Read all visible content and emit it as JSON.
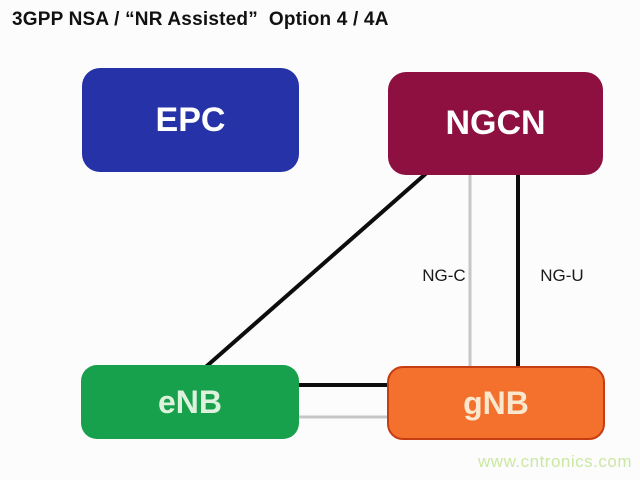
{
  "title": "3GPP NSA / “NR Assisted”  Option 4 / 4A",
  "diagram": {
    "nodes": [
      {
        "id": "EPC",
        "label": "EPC",
        "fill": "#2632a8",
        "text_color": "#ffffff"
      },
      {
        "id": "NGCN",
        "label": "NGCN",
        "fill": "#8e1040",
        "text_color": "#ffffff"
      },
      {
        "id": "eNB",
        "label": "eNB",
        "fill": "#18a14c",
        "text_color": "#ddf1dd"
      },
      {
        "id": "gNB",
        "label": "gNB",
        "fill": "#f4702d",
        "border_color": "#c63d12",
        "text_color": "#f9e8cd"
      }
    ],
    "links": [
      {
        "from": "NGCN",
        "to": "eNB",
        "line": "black",
        "label": ""
      },
      {
        "from": "NGCN",
        "to": "gNB",
        "line": "gray",
        "label": "NG-C"
      },
      {
        "from": "NGCN",
        "to": "gNB",
        "line": "black",
        "label": "NG-U"
      },
      {
        "from": "eNB",
        "to": "gNB",
        "line": "black",
        "label": ""
      },
      {
        "from": "eNB",
        "to": "gNB",
        "line": "gray",
        "label": ""
      }
    ],
    "edge_labels": {
      "ng_c": "NG-C",
      "ng_u": "NG-U"
    }
  },
  "watermark": "www.cntronics.com",
  "colors": {
    "background": "#fcfcfc",
    "title_text": "#111111",
    "black_line": "#0d0d0d",
    "gray_line": "#c6c6c6",
    "watermark_text": "#cbe8a3"
  }
}
